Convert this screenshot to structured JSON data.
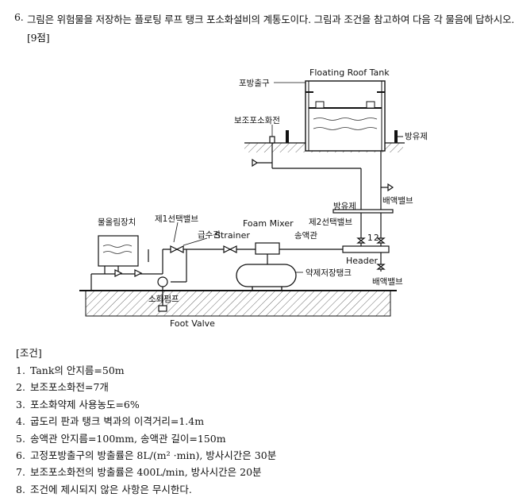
{
  "question": {
    "number": "6.",
    "text": "그림은 위험물을 저장하는 플로팅 루프 탱크 포소화설비의 계통도이다. 그림과 조건을 참고하여 다음 각 물음에 답하시오.",
    "points": "[9점]"
  },
  "diagram": {
    "floating_roof_tank": "Floating Roof Tank",
    "foam_outlet": "포방출구",
    "aux_foam_hydrant": "보조포소화전",
    "oil_barrier": "방유제",
    "drain_valve_1": "배액밸브",
    "oil_barrier_2": "방유제",
    "selection_valve_2": "제2선택밸브",
    "water_tank_device": "물올림장치",
    "selection_valve_1": "제1선택밸브",
    "water_supply_pipe": "급수관",
    "foam_mixer": "Foam Mixer",
    "strainer": "Strainer",
    "foam_solution_pipe": "송액관",
    "num_1": "1",
    "num_2": "2",
    "header": "Header",
    "concentrate_tank": "약제저장탱크",
    "drain_valve_2": "배액밸브",
    "fire_pump": "소화펌프",
    "foot_valve": "Foot Valve"
  },
  "conditions": {
    "heading": "[조건]",
    "items": [
      {
        "num": "1.",
        "text": "Tank의 안지름=50m"
      },
      {
        "num": "2.",
        "text": "보조포소화전=7개"
      },
      {
        "num": "3.",
        "text": "포소화약제 사용농도=6%"
      },
      {
        "num": "4.",
        "text": "굽도리 판과 탱크 벽과의 이격거리=1.4m"
      },
      {
        "num": "5.",
        "text": "송액관 안지름=100mm, 송액관 길이=150m"
      },
      {
        "num": "6.",
        "text": "고정포방출구의 방출률은 8L/(m² ·min), 방사시간은 30분"
      },
      {
        "num": "7.",
        "text": "보조포소화전의 방출률은 400L/min, 방사시간은 20분"
      },
      {
        "num": "8.",
        "text": "조건에 제시되지 않은 사항은 무시한다."
      }
    ]
  }
}
